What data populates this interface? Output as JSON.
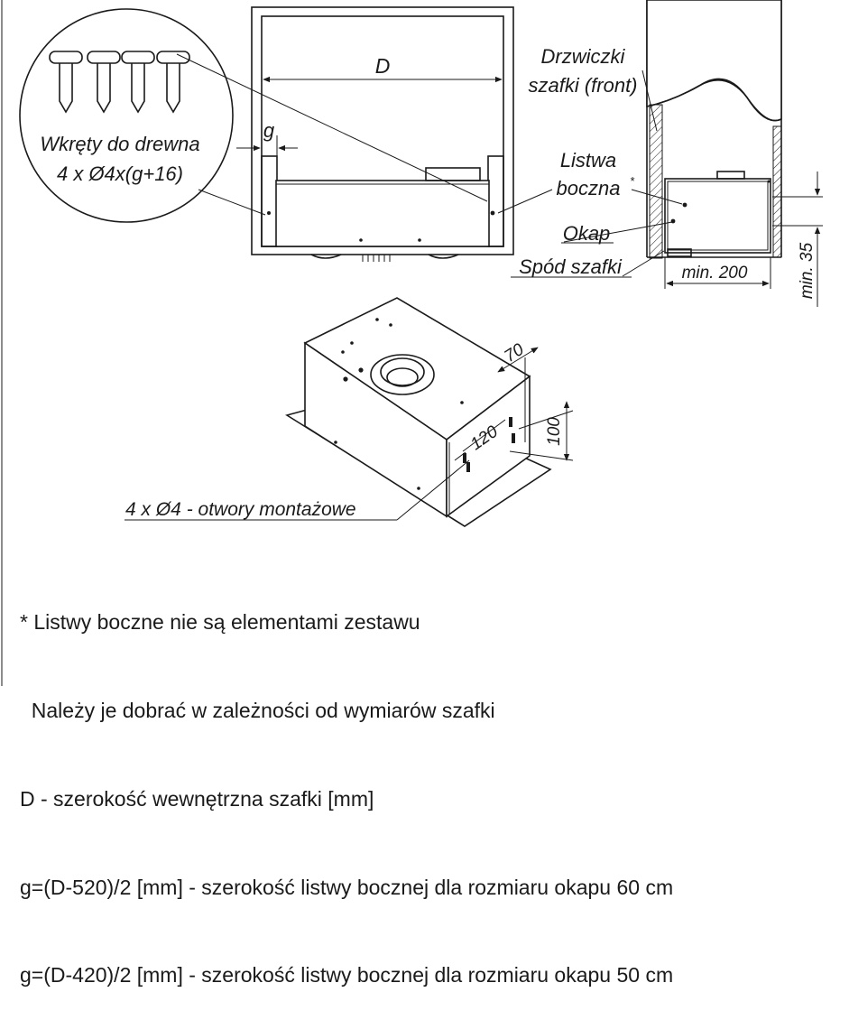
{
  "labels": {
    "d": "D",
    "g": "g",
    "screws_line1": "Wkręty do drewna",
    "screws_line2": "4 x Ø4x(g+16)",
    "door_line1": "Drzwiczki",
    "door_line2": "szafki (front)",
    "strip_line1": "Listwa",
    "strip_line2": "boczna",
    "strip_star": "*",
    "hood": "Okap",
    "cabinet_bottom": "Spód szafki",
    "min200": "min. 200",
    "min35": "min. 35",
    "dim70": "70",
    "dim120": "120",
    "dim100": "100",
    "holes": "4 x Ø4 - otwory montażowe"
  },
  "notes": [
    "* Listwy boczne nie są elementami zestawu",
    "  Należy je dobrać w zależności od wymiarów szafki",
    "D - szerokość wewnętrzna szafki [mm]",
    "g=(D-520)/2 [mm] - szerokość listwy bocznej dla rozmiaru okapu 60 cm",
    "g=(D-420)/2 [mm] - szerokość listwy bocznej dla rozmiaru okapu 50 cm"
  ]
}
